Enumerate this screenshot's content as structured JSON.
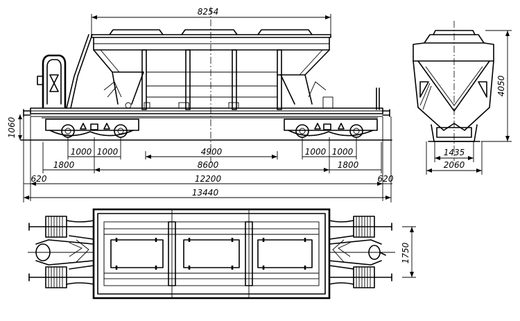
{
  "drawing": {
    "subject": "hopper-wagon-outline-drawing",
    "line_color": "#000000",
    "background": "#ffffff"
  },
  "dimensions": {
    "hopper_length": "8254",
    "height": "4050",
    "buffer_height": "1060",
    "wheel_spacing_left": "1000",
    "wheel_spacing_left_2": "1000",
    "bogie_gap": "4900",
    "wheel_spacing_right": "1000",
    "wheel_spacing_right_2": "1000",
    "end_to_bogie_left": "1800",
    "bogie_centers": "8600",
    "end_to_bogie_right": "1800",
    "overhang_left": "620",
    "frame_length": "12200",
    "overhang_right": "620",
    "length_over_buffers": "13440",
    "track_gauge": "1435",
    "overall_width": "2060",
    "top_view_width": "1750"
  }
}
